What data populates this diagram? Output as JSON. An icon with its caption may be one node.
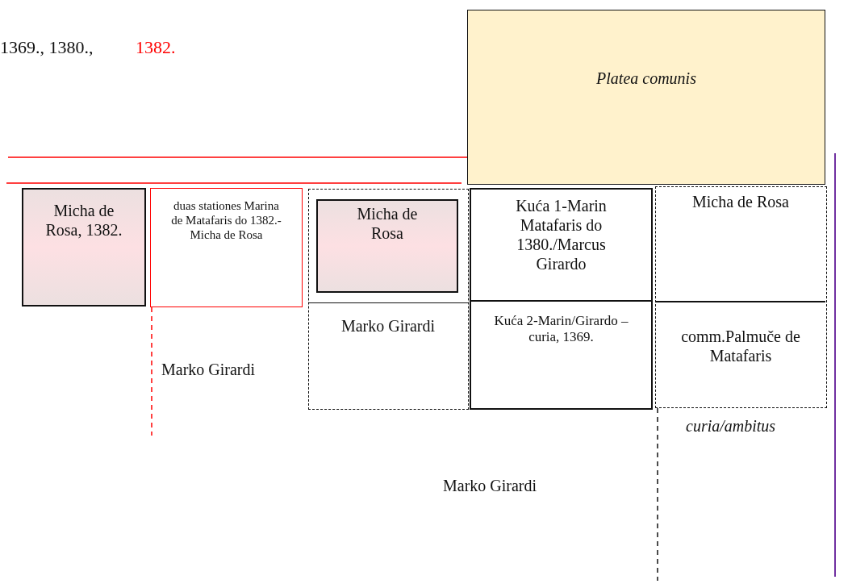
{
  "diagram": {
    "nodes": [
      {
        "text": [
          "Platea comunis"
        ]
      },
      {
        "text": [
          "Micha de Rosa, 1382."
        ]
      },
      {
        "text": [
          "duas stationes Marina de Matafaris do 1382.- Micha de Rosa"
        ]
      },
      {
        "text": [],
        "shape": "box"
      },
      {
        "text": [
          "Micha de Rosa"
        ],
        "in": 3
      },
      {
        "text": [
          "Marko Girardi"
        ],
        "in": 3
      },
      {
        "text": [
          "Kuća 1-Marin Matafaris do 1380./Marcus Girardo"
        ]
      },
      {
        "text": [
          "Kuća 2-Marin/Girardo – curia, 1369."
        ]
      },
      {
        "text": [],
        "shape": "box"
      },
      {
        "text": [
          "Micha de Rosa"
        ],
        "in": 8
      },
      {
        "text": [
          "comm.Palmuče de Matafaris"
        ],
        "in": 8
      }
    ],
    "labels": [
      "1369., 1380.,",
      "1382.",
      "Marko Girardi",
      "curia/ambitus",
      "Marko Girardi"
    ]
  }
}
